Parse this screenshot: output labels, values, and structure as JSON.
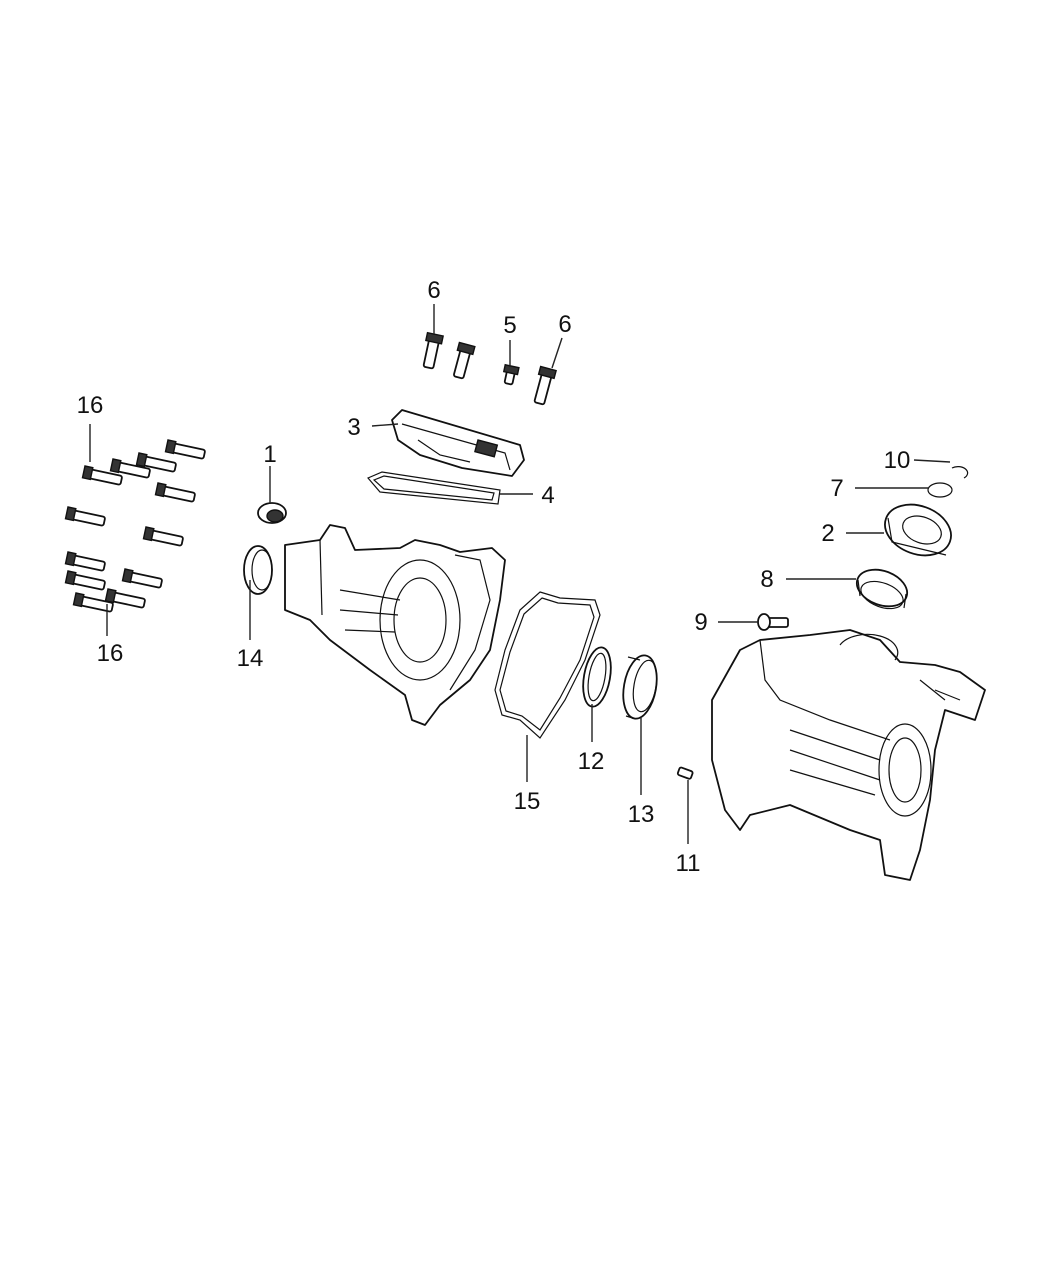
{
  "callouts": {
    "c1": "1",
    "c2": "2",
    "c3": "3",
    "c4": "4",
    "c5": "5",
    "c6a": "6",
    "c6b": "6",
    "c7": "7",
    "c8": "8",
    "c9": "9",
    "c10": "10",
    "c11": "11",
    "c12": "12",
    "c13": "13",
    "c14": "14",
    "c15": "15",
    "c16a": "16",
    "c16b": "16"
  }
}
